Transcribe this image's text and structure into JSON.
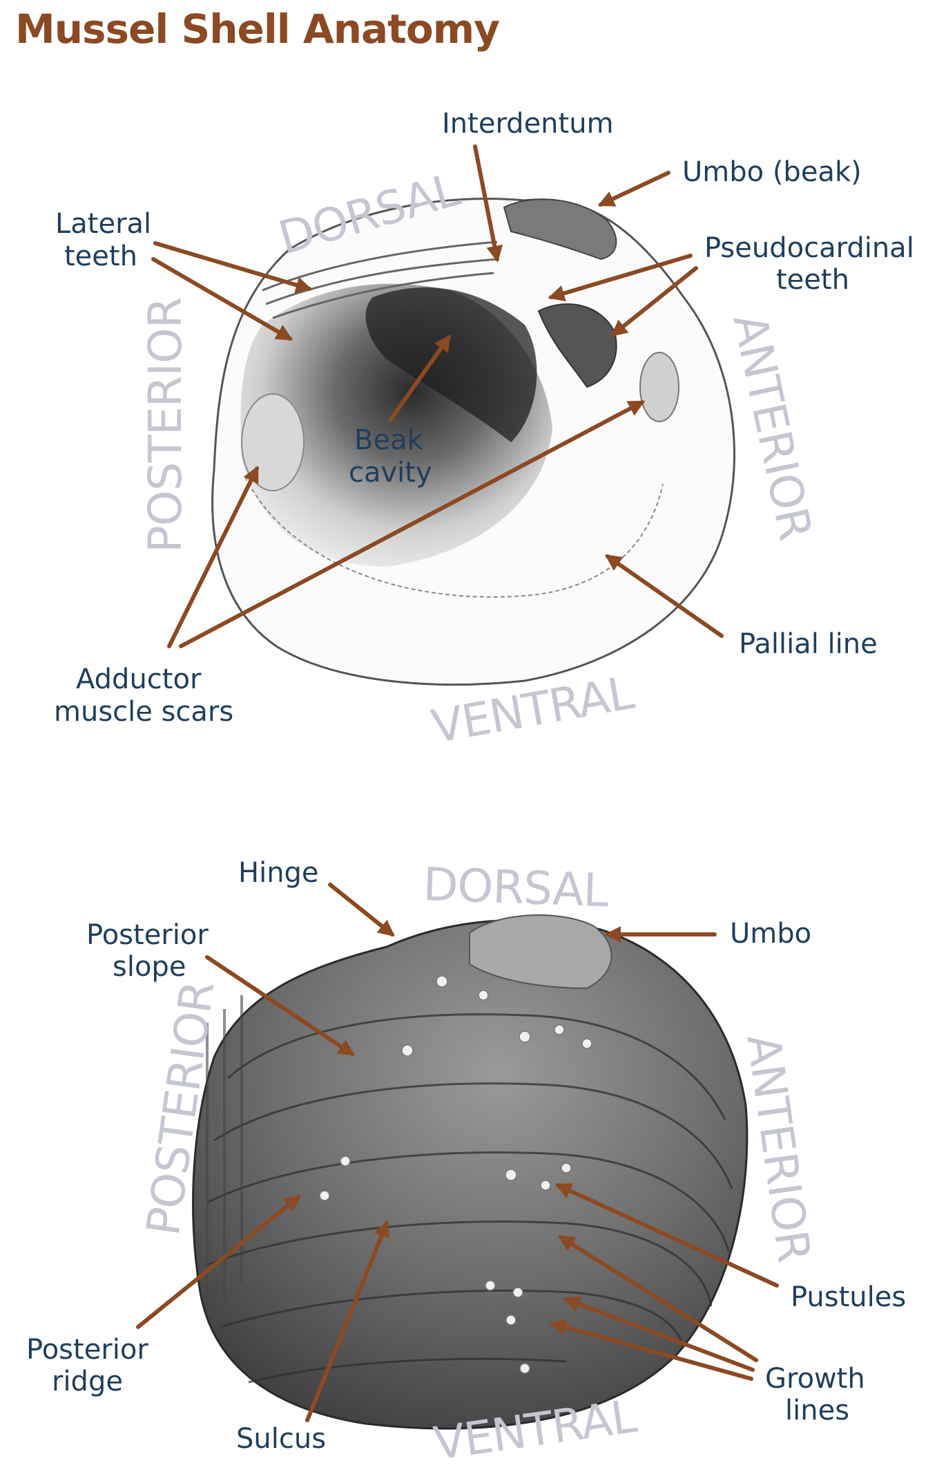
{
  "title": "Mussel Shell Anatomy",
  "colors": {
    "title": "#8b4a23",
    "label": "#1f3e5c",
    "arrow": "#8b4a23",
    "direction": "#c4c7d2",
    "shell_ink": "#3a3a3a"
  },
  "interior_view": {
    "directions": {
      "dorsal": "DORSAL",
      "ventral": "VENTRAL",
      "posterior": "POSTERIOR",
      "anterior": "ANTERIOR"
    },
    "labels": {
      "interdentum": "Interdentum",
      "umbo_beak": "Umbo (beak)",
      "lateral_teeth_1": "Lateral",
      "lateral_teeth_2": "teeth",
      "pseudocardinal_1": "Pseudocardinal",
      "pseudocardinal_2": "teeth",
      "beak_cavity_1": "Beak",
      "beak_cavity_2": "cavity",
      "pallial_line": "Pallial line",
      "adductor_1": "Adductor",
      "adductor_2": "muscle scars"
    }
  },
  "exterior_view": {
    "directions": {
      "dorsal": "DORSAL",
      "ventral": "VENTRAL",
      "posterior": "POSTERIOR",
      "anterior": "ANTERIOR"
    },
    "labels": {
      "hinge": "Hinge",
      "umbo": "Umbo",
      "posterior_slope_1": "Posterior",
      "posterior_slope_2": "slope",
      "pustules": "Pustules",
      "posterior_ridge_1": "Posterior",
      "posterior_ridge_2": "ridge",
      "growth_lines_1": "Growth",
      "growth_lines_2": "lines",
      "sulcus": "Sulcus"
    }
  }
}
